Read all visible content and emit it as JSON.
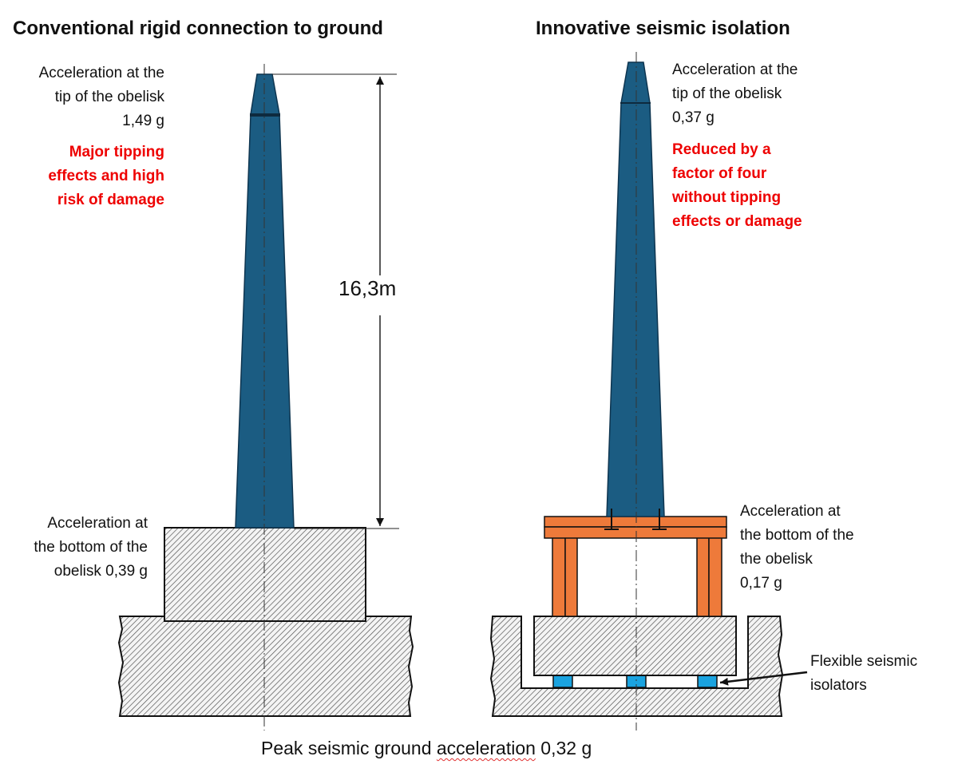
{
  "left": {
    "title": "Conventional rigid connection to ground",
    "tip": {
      "line1": "Acceleration at the",
      "line2": "tip of the obelisk",
      "value": "1,49 g"
    },
    "warning": {
      "line1": "Major tipping",
      "line2": "effects and high",
      "line3": "risk of damage"
    },
    "bottom": {
      "line1": "Acceleration at",
      "line2": "the bottom of the",
      "line3": "obelisk 0,39 g"
    },
    "height_label": "16,3m"
  },
  "right": {
    "title": "Innovative seismic isolation",
    "tip": {
      "line1": "Acceleration at the",
      "line2": "tip of the obelisk",
      "value": "0,37 g"
    },
    "note": {
      "line1": "Reduced by a",
      "line2": "factor of four",
      "line3": "without tipping",
      "line4": "effects or damage"
    },
    "bottom": {
      "line1": "Acceleration at",
      "line2": "the bottom of the",
      "line3": "the obelisk",
      "line4": "0,17 g"
    },
    "isolators": {
      "line1": "Flexible seismic",
      "line2": "isolators"
    }
  },
  "footer": {
    "part1": "Peak seismic ground ",
    "part2": "acceleration",
    "part3": " 0,32 g"
  },
  "colors": {
    "obelisk": "#1b5c82",
    "frame": "#ee7a3a",
    "isolator": "#1aa3e0",
    "warning_text": "#ee0000",
    "hatch": "#555555"
  }
}
